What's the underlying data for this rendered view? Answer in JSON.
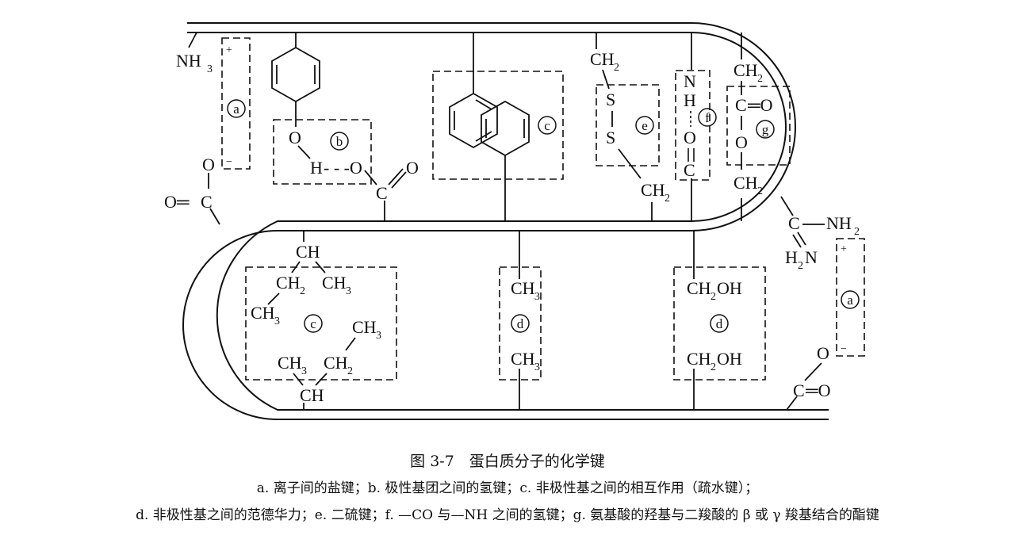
{
  "figure": {
    "title": "图 3-7　蛋白质分子的化学键",
    "legend_line1": "a. 离子间的盐键；b. 极性基团之间的氢键；c. 非极性基之间的相互作用（疏水键）；",
    "legend_line2": "d. 非极性基之间的范德华力；e. 二硫键；f. —CO 与—NH 之间的氢键；g. 氨基酸的羟基与二羧酸的 β 或 γ 羧基结合的酯键"
  },
  "markers": {
    "a": "a",
    "b": "b",
    "c": "c",
    "d": "d",
    "e": "e",
    "f": "f",
    "g": "g"
  },
  "groups": {
    "nh3": "NH",
    "sub3": "3",
    "plus": "+",
    "minus": "−",
    "O": "O",
    "H": "H",
    "C": "C",
    "S": "S",
    "N": "N",
    "CH2": "CH",
    "sub2": "2",
    "CH3": "CH",
    "CH": "CH",
    "CH2OH_a": "CH",
    "CH2OH_b": "OH",
    "NH2": "NH",
    "H2N_a": "H",
    "H2N_b": "N",
    "eq_O": "═O",
    "O_eq": "O═",
    "dash_O": "- - -O"
  }
}
